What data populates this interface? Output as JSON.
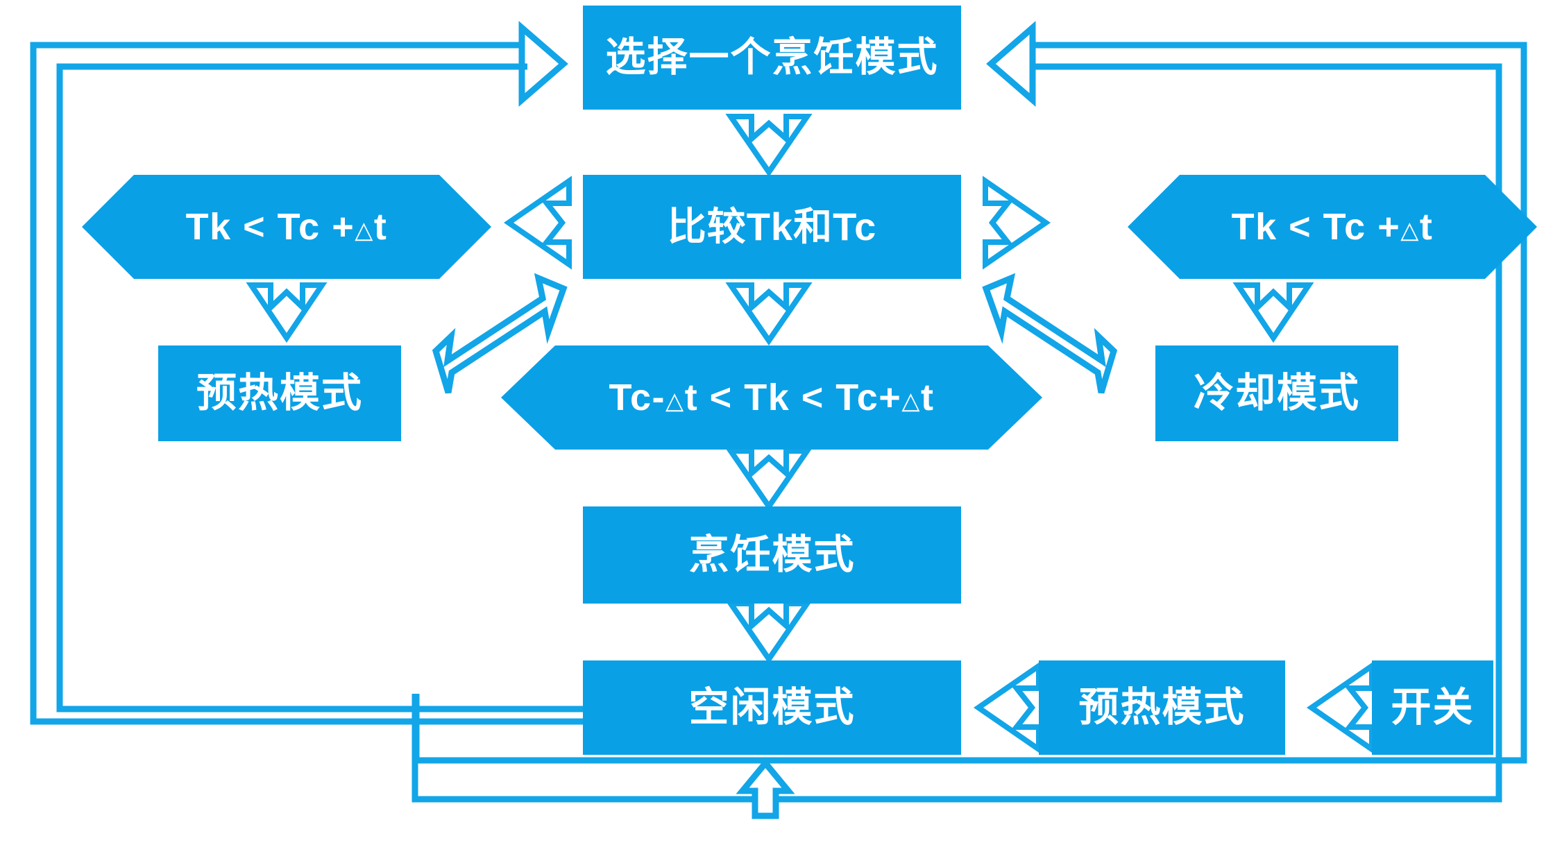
{
  "diagram": {
    "title_flow": "cooking-appliance-mode-state-flow",
    "accent_color": "#0aa0e6",
    "text_color": "#ffffff",
    "background": "#ffffff",
    "nodes": {
      "select_cooking_mode": {
        "label": "选择一个烹饪模式",
        "shape": "rect"
      },
      "compare_tk_tc": {
        "label": "比较Tk和Tc",
        "shape": "rect"
      },
      "cond_left": {
        "label_pre": "Tk < Tc +",
        "label_tri": "△",
        "label_post": "t",
        "shape": "hexagon"
      },
      "cond_right": {
        "label_pre": "Tk < Tc +",
        "label_tri": "△",
        "label_post": "t",
        "shape": "hexagon"
      },
      "cond_center": {
        "label_a": "Tc-",
        "label_tri1": "△",
        "label_b": "t < Tk < Tc+",
        "label_tri2": "△",
        "label_c": "t",
        "shape": "hexagon"
      },
      "preheat_mode_left": {
        "label": "预热模式",
        "shape": "rect"
      },
      "cooling_mode_right": {
        "label": "冷却模式",
        "shape": "rect"
      },
      "cooking_mode": {
        "label": "烹饪模式",
        "shape": "rect"
      },
      "idle_mode": {
        "label": "空闲模式",
        "shape": "rect"
      },
      "preheat_mode_bottom": {
        "label": "预热模式",
        "shape": "rect"
      },
      "power_switch": {
        "label": "开关",
        "shape": "rect"
      }
    },
    "connectors": {
      "select_to_compare": "arrow-down",
      "compare_to_left_cond": "arrow-left",
      "compare_to_right_cond": "arrow-right",
      "compare_to_center_cond": "arrow-down",
      "left_cond_to_preheat": "arrow-down",
      "right_cond_to_cooling": "arrow-down",
      "center_cond_to_cooking": "arrow-down",
      "cooking_to_idle": "arrow-down",
      "preheat_bottom_to_idle": "arrow-left",
      "switch_to_preheat_bottom": "arrow-left",
      "left_loop_back_to_compare": "arrow-diagonal-up-right",
      "right_loop_back_to_compare": "arrow-diagonal-up-left",
      "idle_to_select_outer_left": "arrow-right",
      "idle_to_select_outer_right": "arrow-left",
      "bottom_return_to_idle": "arrow-up"
    }
  }
}
